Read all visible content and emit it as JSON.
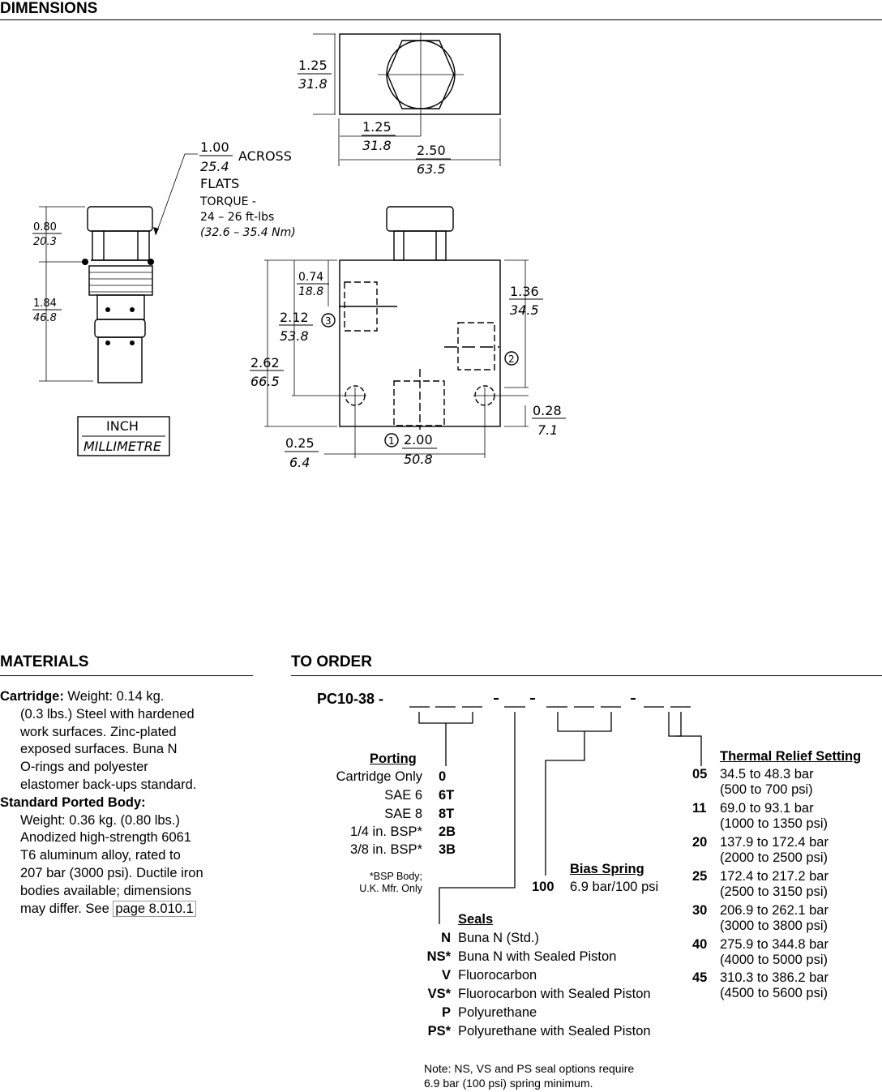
{
  "headings": {
    "dimensions": "DIMENSIONS",
    "materials": "MATERIALS",
    "to_order": "TO ORDER"
  },
  "drawing": {
    "hex_across_flats": {
      "inch": "1.00",
      "mm": "25.4",
      "text1": "ACROSS",
      "text2": "FLATS"
    },
    "torque": {
      "label": "TORQUE -",
      "value": "24 – 26 ft-lbs",
      "metric": "(32.6 – 35.4 Nm)"
    },
    "top_height": {
      "inch": "1.25",
      "mm": "31.8"
    },
    "top_half_width": {
      "inch": "1.25",
      "mm": "31.8"
    },
    "top_width": {
      "inch": "2.50",
      "mm": "63.5"
    },
    "cart_head": {
      "inch": "0.80",
      "mm": "20.3"
    },
    "cart_body": {
      "inch": "1.84",
      "mm": "46.8"
    },
    "port_top": {
      "inch": "0.74",
      "mm": "18.8"
    },
    "port3_height": {
      "inch": "2.12",
      "mm": "53.8"
    },
    "body_height": {
      "inch": "2.62",
      "mm": "66.5"
    },
    "port2_height": {
      "inch": "1.36",
      "mm": "34.5"
    },
    "hole_offset_y": {
      "inch": "0.28",
      "mm": "7.1"
    },
    "hole_offset_x": {
      "inch": "0.25",
      "mm": "6.4"
    },
    "hole_spacing": {
      "inch": "2.00",
      "mm": "50.8"
    },
    "port_labels": [
      "1",
      "2",
      "3"
    ],
    "units_legend": {
      "inch": "INCH",
      "mm": "MILLIMETRE"
    }
  },
  "materials": {
    "cartridge_label": "Cartridge:",
    "cartridge_lines": [
      " Weight: 0.14 kg.",
      "(0.3 lbs.) Steel with hardened",
      "work surfaces. Zinc-plated",
      "exposed surfaces.  Buna N",
      "O-rings and polyester",
      "elastomer back-ups standard."
    ],
    "body_label": "Standard Ported Body:",
    "body_lines": [
      "Weight: 0.36 kg. (0.80 lbs.)",
      "Anodized high-strength 6061",
      "T6 aluminum alloy, rated to",
      "207 bar (3000 psi). Ductile iron",
      "bodies available; dimensions",
      "may differ. See "
    ],
    "link_text": "page 8.010.1"
  },
  "order": {
    "model_code": "PC10-38 -",
    "porting": {
      "title": "Porting",
      "rows": [
        {
          "label": "Cartridge Only",
          "code": "0"
        },
        {
          "label": "SAE 6",
          "code": "6T"
        },
        {
          "label": "SAE 8",
          "code": "8T"
        },
        {
          "label": "1/4 in. BSP*",
          "code": "2B"
        },
        {
          "label": "3/8 in. BSP*",
          "code": "3B"
        }
      ],
      "footnote1": "*BSP Body;",
      "footnote2": "U.K. Mfr. Only"
    },
    "bias_spring": {
      "title": "Bias Spring",
      "code": "100",
      "value": "6.9 bar/100 psi"
    },
    "seals": {
      "title": "Seals",
      "rows": [
        {
          "code": "N",
          "label": "Buna N (Std.)"
        },
        {
          "code": "NS*",
          "label": "Buna N with Sealed Piston"
        },
        {
          "code": "V",
          "label": "Fluorocarbon"
        },
        {
          "code": "VS*",
          "label": "Fluorocarbon with Sealed Piston"
        },
        {
          "code": "P",
          "label": "Polyurethane"
        },
        {
          "code": "PS*",
          "label": "Polyurethane with Sealed Piston"
        }
      ],
      "note1": "Note:  NS, VS and PS seal options require",
      "note2": "6.9 bar (100 psi) spring minimum."
    },
    "thermal_relief": {
      "title": "Thermal Relief Setting",
      "rows": [
        {
          "code": "05",
          "bar": "34.5 to 48.3 bar",
          "psi": "(500 to 700 psi)"
        },
        {
          "code": "11",
          "bar": "69.0 to 93.1 bar",
          "psi": "(1000 to 1350 psi)"
        },
        {
          "code": "20",
          "bar": "137.9 to 172.4 bar",
          "psi": "(2000 to 2500 psi)"
        },
        {
          "code": "25",
          "bar": "172.4 to 217.2 bar",
          "psi": "(2500 to 3150 psi)"
        },
        {
          "code": "30",
          "bar": "206.9 to 262.1 bar",
          "psi": "(3000 to 3800 psi)"
        },
        {
          "code": "40",
          "bar": "275.9 to 344.8 bar",
          "psi": "(4000 to 5000 psi)"
        },
        {
          "code": "45",
          "bar": "310.3 to 386.2 bar",
          "psi": "(4500 to 5600 psi)"
        }
      ]
    }
  }
}
